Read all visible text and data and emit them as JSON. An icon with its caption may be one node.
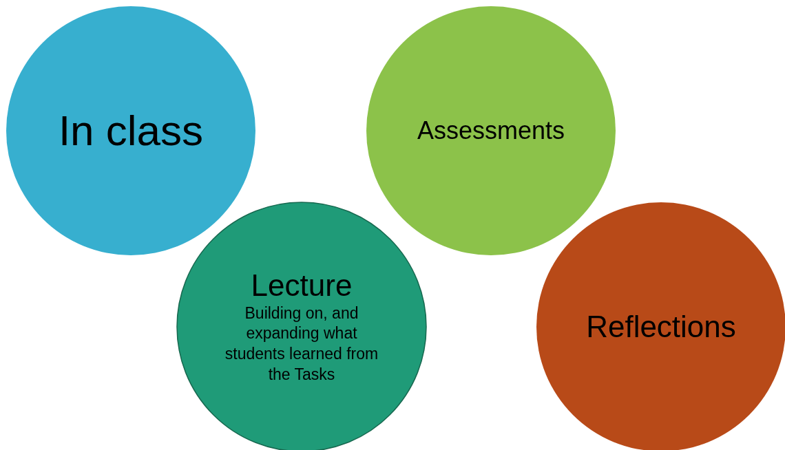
{
  "diagram": {
    "nodes": [
      {
        "text": [
          "In class"
        ]
      },
      {
        "text": [
          "Assessments"
        ]
      },
      {
        "text": [
          "Lecture",
          "Building on, and expanding what students learned from the Tasks"
        ]
      },
      {
        "text": [
          "Reflections"
        ]
      }
    ]
  }
}
